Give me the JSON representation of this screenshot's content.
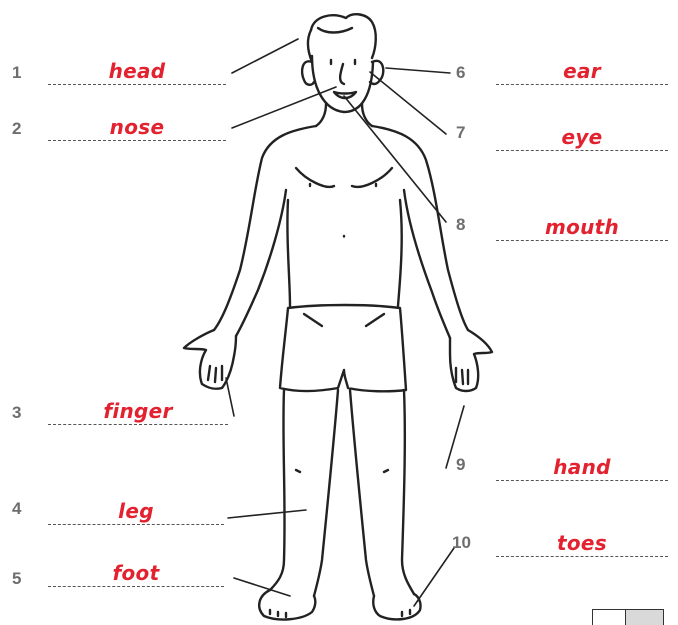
{
  "exercise": {
    "labels": [
      {
        "number": "1",
        "answer": "head"
      },
      {
        "number": "2",
        "answer": "nose"
      },
      {
        "number": "3",
        "answer": "finger"
      },
      {
        "number": "4",
        "answer": "leg"
      },
      {
        "number": "5",
        "answer": "foot"
      },
      {
        "number": "6",
        "answer": "ear"
      },
      {
        "number": "7",
        "answer": "eye"
      },
      {
        "number": "8",
        "answer": "mouth"
      },
      {
        "number": "9",
        "answer": "hand"
      },
      {
        "number": "10",
        "answer": "toes"
      }
    ]
  },
  "colors": {
    "answer_text": "#e32230",
    "number_text": "#6e6e6e",
    "line": "#222222"
  }
}
